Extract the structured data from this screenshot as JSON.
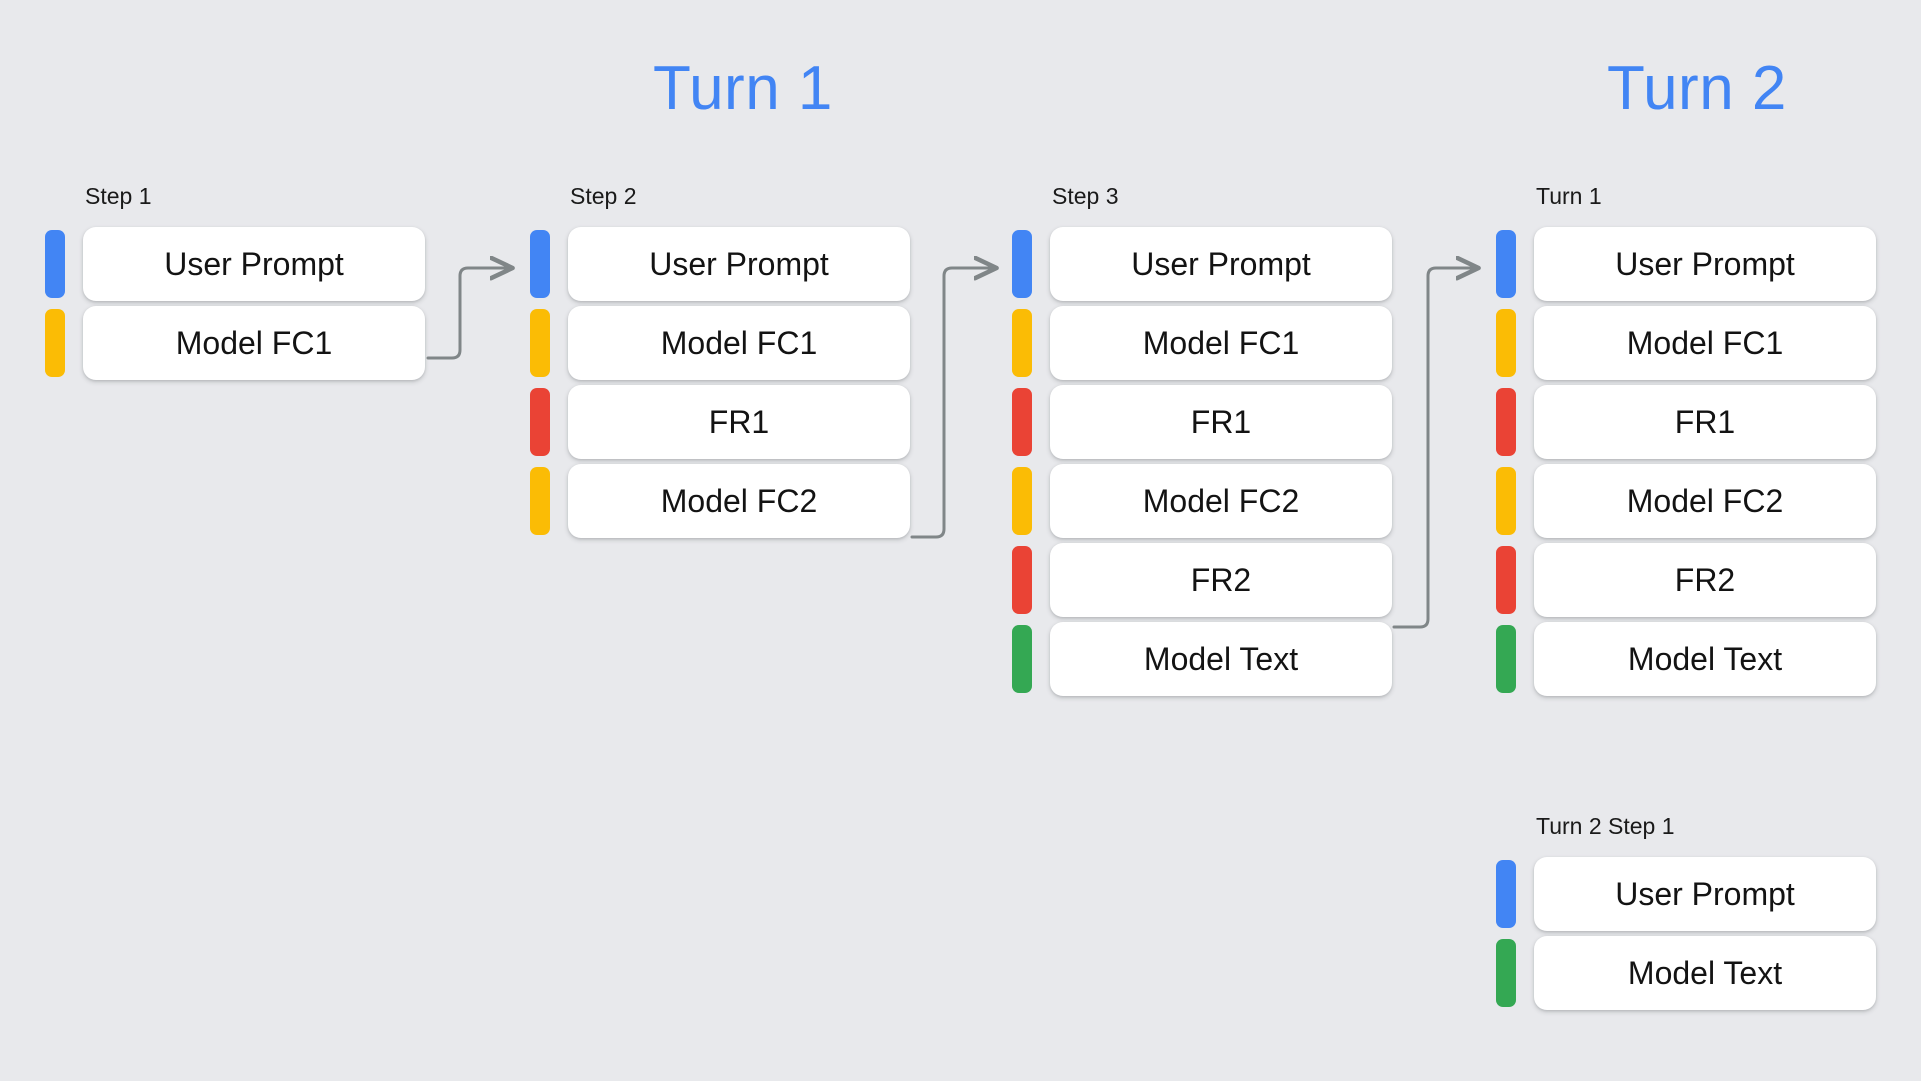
{
  "background_color": "#e8e9ec",
  "accent_color": "#4285F4",
  "palette": {
    "blue": "#4285F4",
    "yellow": "#FBBC05",
    "red": "#EA4335",
    "green": "#34A853"
  },
  "titles": {
    "turn1": "Turn 1",
    "turn2": "Turn 2"
  },
  "columns": [
    {
      "label": "Step 1",
      "rows": [
        {
          "color": "blue",
          "label": "User Prompt"
        },
        {
          "color": "yellow",
          "label": "Model FC1"
        }
      ]
    },
    {
      "label": "Step 2",
      "rows": [
        {
          "color": "blue",
          "label": "User Prompt"
        },
        {
          "color": "yellow",
          "label": "Model FC1"
        },
        {
          "color": "red",
          "label": "FR1"
        },
        {
          "color": "yellow",
          "label": "Model FC2"
        }
      ]
    },
    {
      "label": "Step 3",
      "rows": [
        {
          "color": "blue",
          "label": "User Prompt"
        },
        {
          "color": "yellow",
          "label": "Model FC1"
        },
        {
          "color": "red",
          "label": "FR1"
        },
        {
          "color": "yellow",
          "label": "Model FC2"
        },
        {
          "color": "red",
          "label": "FR2"
        },
        {
          "color": "green",
          "label": "Model Text"
        }
      ]
    },
    {
      "label": "Turn 1",
      "rows": [
        {
          "color": "blue",
          "label": "User Prompt"
        },
        {
          "color": "yellow",
          "label": "Model FC1"
        },
        {
          "color": "red",
          "label": "FR1"
        },
        {
          "color": "yellow",
          "label": "Model FC2"
        },
        {
          "color": "red",
          "label": "FR2"
        },
        {
          "color": "green",
          "label": "Model Text"
        }
      ]
    },
    {
      "label": "Turn 2 Step 1",
      "rows": [
        {
          "color": "blue",
          "label": "User Prompt"
        },
        {
          "color": "green",
          "label": "Model Text"
        }
      ]
    }
  ],
  "arrows": [
    {
      "name": "arrow-step1-to-step2",
      "from": "Model FC1 (Step 1)",
      "to": "User Prompt (Step 2)"
    },
    {
      "name": "arrow-step2-to-step3",
      "from": "Model FC2 (Step 2)",
      "to": "User Prompt (Step 3)"
    },
    {
      "name": "arrow-step3-to-turn1",
      "from": "FR2 (Step 3)",
      "to": "User Prompt (Turn 1)"
    }
  ]
}
